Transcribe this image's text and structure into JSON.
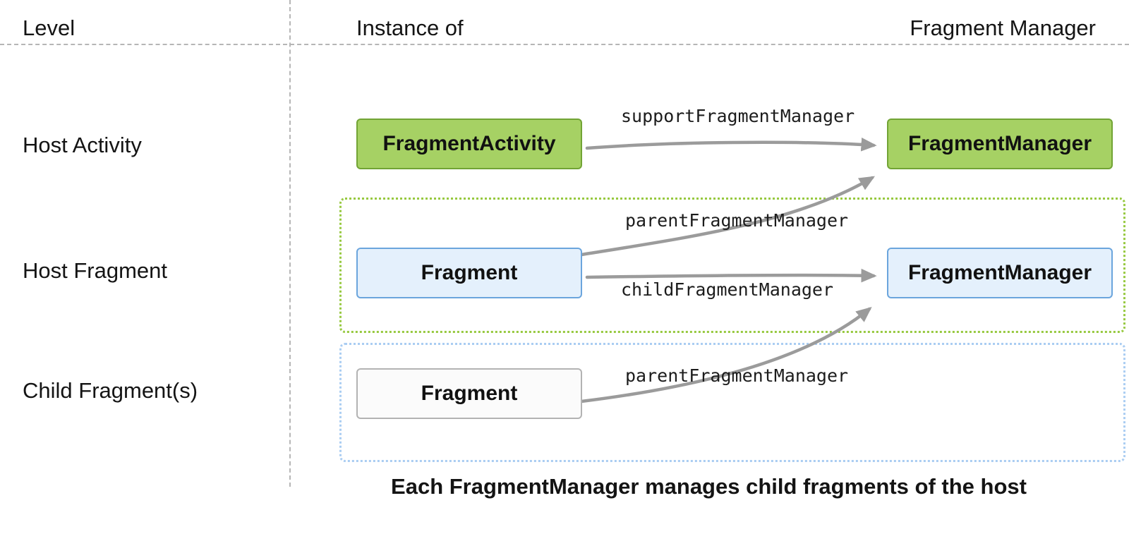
{
  "header": {
    "level": "Level",
    "instance_of": "Instance of",
    "fragment_manager": "Fragment Manager"
  },
  "rows": [
    {
      "label": "Host Activity"
    },
    {
      "label": "Host Fragment"
    },
    {
      "label": "Child Fragment(s)"
    }
  ],
  "nodes": {
    "host_activity_instance": "FragmentActivity",
    "host_activity_manager": "FragmentManager",
    "host_fragment_instance": "Fragment",
    "host_fragment_manager": "FragmentManager",
    "child_fragment_instance": "Fragment"
  },
  "edges": {
    "support": "supportFragmentManager",
    "parent_from_host_fragment": "parentFragmentManager",
    "child": "childFragmentManager",
    "parent_from_child_fragment": "parentFragmentManager"
  },
  "caption": "Each FragmentManager manages child fragments of the host",
  "colors": {
    "green_fill": "#a6d164",
    "green_border": "#72a435",
    "blue_fill": "#e4f0fc",
    "blue_border": "#6ba5dd",
    "white_fill": "#fbfbfb",
    "gray_border": "#b3b3b3",
    "green_dotted_border": "#97c940",
    "blue_dotted_border": "#aacdf2",
    "arrow": "#9b9b9b",
    "divider": "#b6b6b6"
  }
}
